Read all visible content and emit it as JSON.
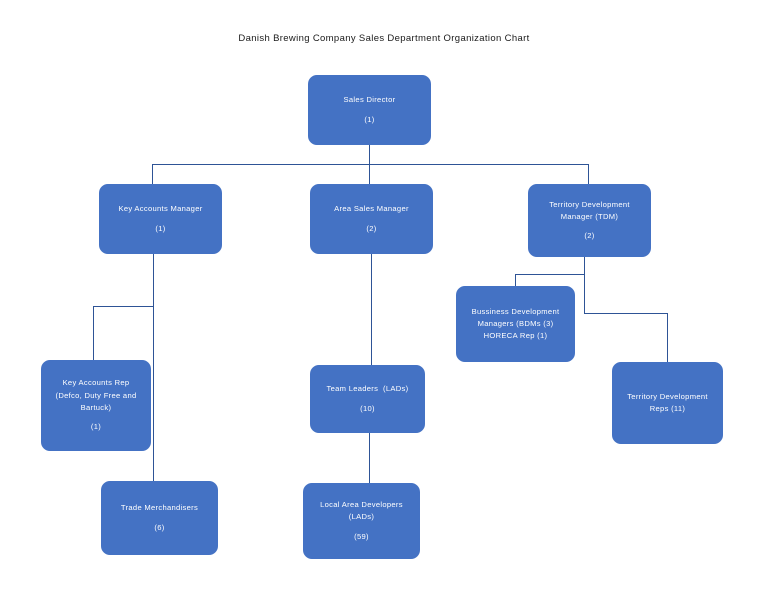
{
  "chart": {
    "title": "Danish Brewing Company Sales Department Organization Chart",
    "type": "org-chart",
    "node_fill_color": "#4472C4",
    "connector_color": "#2E5496",
    "background_color": "#FFFFFF",
    "text_color": "#FFFFFF"
  },
  "nodes": {
    "sales_director": {
      "line1": "Sales Director",
      "line2": "(1)",
      "count": 1,
      "level": 1
    },
    "key_accounts_manager": {
      "line1": "Key Accounts Manager",
      "line2": "(1)",
      "count": 1,
      "level": 2
    },
    "area_sales_manager": {
      "line1": "Area Sales Manager",
      "line2": "(2)",
      "count": 2,
      "level": 2
    },
    "territory_development_manager": {
      "line1": "Territory Development",
      "line2": "Manager (TDM)",
      "line3": "(2)",
      "count": 2,
      "level": 2
    },
    "business_development_managers": {
      "line1": "Bussiness Development",
      "line2": "Managers (BDMs (3)",
      "line3": "HORECA Rep (1)",
      "count": 3,
      "horeca_count": 1,
      "level": 3
    },
    "key_accounts_rep": {
      "line1": "Key Accounts Rep",
      "line2": "(Defco, Duty Free and",
      "line3": "Bartuck)",
      "line4": "(1)",
      "count": 1,
      "level": 3
    },
    "team_leaders": {
      "line1": "Team Leaders  (LADs)",
      "line2": "(10)",
      "count": 10,
      "level": 3
    },
    "territory_development_reps": {
      "line1": "Territory Development",
      "line2": "Reps (11)",
      "count": 11,
      "level": 3
    },
    "trade_merchandisers": {
      "line1": "Trade Merchandisers",
      "line2": "(6)",
      "count": 6,
      "level": 4
    },
    "local_area_developers": {
      "line1": "Local Area Developers",
      "line2": "(LADs)",
      "line3": "(59)",
      "count": 59,
      "level": 4
    }
  }
}
